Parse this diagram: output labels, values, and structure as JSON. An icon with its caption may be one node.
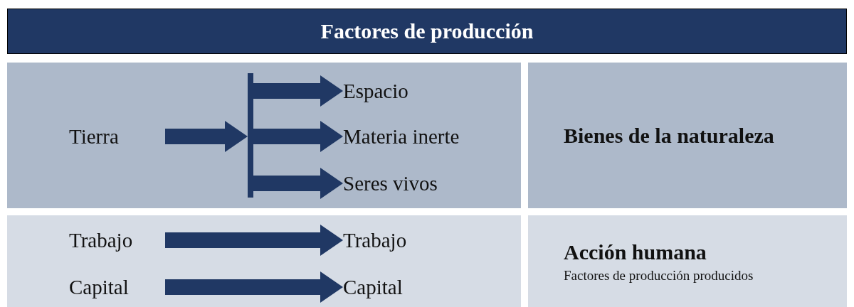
{
  "diagram": {
    "title": "Factores de producción",
    "nodes": [
      {
        "text": [],
        "shape": "box"
      },
      {
        "text": [
          "Tierra"
        ],
        "in": 0
      },
      {
        "text": [],
        "shape": "bar",
        "in": 0
      },
      {
        "text": [
          "Espacio"
        ],
        "in": 0
      },
      {
        "text": [
          "Materia inerte"
        ],
        "in": 0
      },
      {
        "text": [
          "Seres vivos"
        ],
        "in": 0
      },
      {
        "text": [
          "Bienes de la naturaleza"
        ]
      },
      {
        "text": [],
        "shape": "box"
      },
      {
        "text": [
          "Trabajo"
        ],
        "in": 7
      },
      {
        "text": [
          "Trabajo"
        ],
        "in": 7
      },
      {
        "text": [
          "Capital"
        ],
        "in": 7
      },
      {
        "text": [
          "Capital"
        ],
        "in": 7
      },
      {
        "text": [
          "Acción humana",
          "Factores de producción producidos"
        ]
      }
    ],
    "edges": [
      {
        "from": 1,
        "to": 2,
        "arrow": "to"
      },
      {
        "from": 2,
        "to": 3,
        "arrow": "to"
      },
      {
        "from": 2,
        "to": 4,
        "arrow": "to"
      },
      {
        "from": 2,
        "to": 5,
        "arrow": "to"
      },
      {
        "from": 8,
        "to": 9,
        "arrow": "to"
      },
      {
        "from": 10,
        "to": 11,
        "arrow": "to"
      }
    ]
  }
}
